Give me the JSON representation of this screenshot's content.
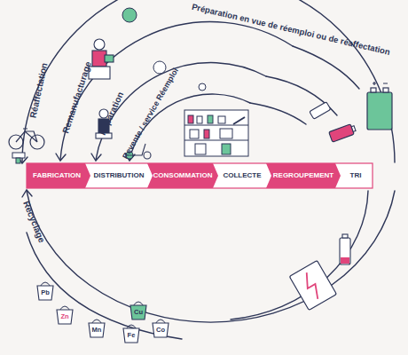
{
  "diagram": {
    "nodes": [
      {
        "text": [
          "FABRICATION"
        ]
      },
      {
        "text": [
          "DISTRIBUTION"
        ]
      },
      {
        "text": [
          "CONSOMMATION"
        ]
      },
      {
        "text": [
          "COLLECTE"
        ]
      },
      {
        "text": [
          "REGROUPEMENT"
        ]
      },
      {
        "text": [
          "TRI"
        ]
      },
      {
        "text": [
          "Pb"
        ]
      },
      {
        "text": [
          "Zn"
        ]
      },
      {
        "text": [
          "Mn"
        ]
      },
      {
        "text": [
          "Fe"
        ]
      },
      {
        "text": [
          "Cu"
        ]
      },
      {
        "text": [
          "Co"
        ]
      }
    ],
    "labels": [
      "Préparation en vue de réemploi ou de réaffectation",
      "Réaffectation",
      "Remanufacturage",
      "Réparation",
      "Revente / service Réemploi",
      "Recyclage"
    ]
  }
}
